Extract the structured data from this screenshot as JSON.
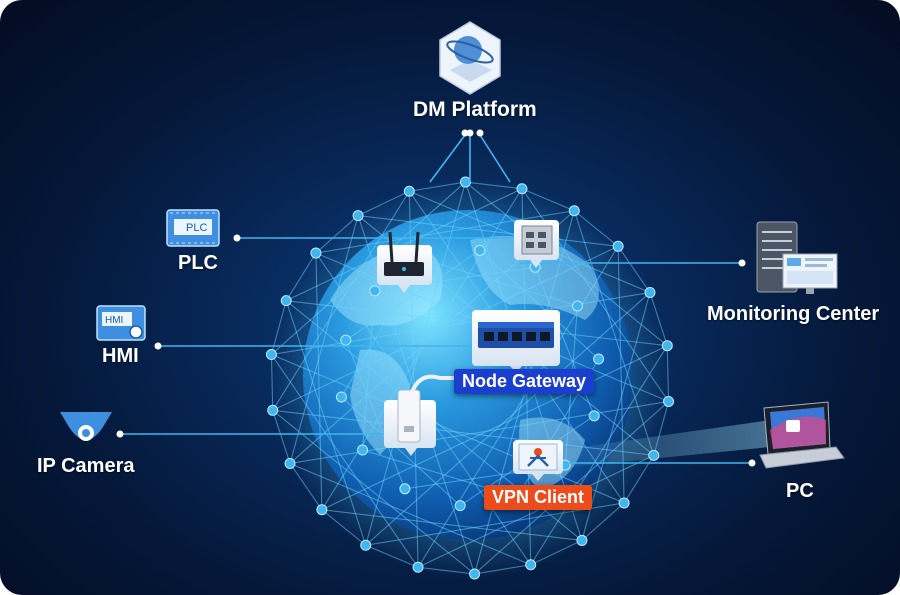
{
  "nodes": {
    "dm_platform": "DM Platform",
    "plc": "PLC",
    "plc_icon_text": "PLC",
    "hmi": "HMI",
    "hmi_icon_text": "HMI",
    "ip_camera": "IP Camera",
    "monitoring_center": "Monitoring Center",
    "pc": "PC",
    "node_gateway": "Node Gateway",
    "vpn_client": "VPN Client"
  },
  "icons": {
    "dm_platform": "cloud-platform-icon",
    "plc": "plc-module-icon",
    "hmi": "hmi-touch-icon",
    "ip_camera": "dome-camera-icon",
    "monitoring_center": "server-monitor-icon",
    "pc": "laptop-icon",
    "router": "router-icon",
    "switch": "network-switch-icon",
    "access_point": "access-point-icon",
    "vpn": "vpn-client-icon"
  },
  "colors": {
    "background": "#05193b",
    "link": "#3fb6f0",
    "node_gateway_badge": "#1a3fcf",
    "vpn_client_badge": "#ec4b1a"
  }
}
